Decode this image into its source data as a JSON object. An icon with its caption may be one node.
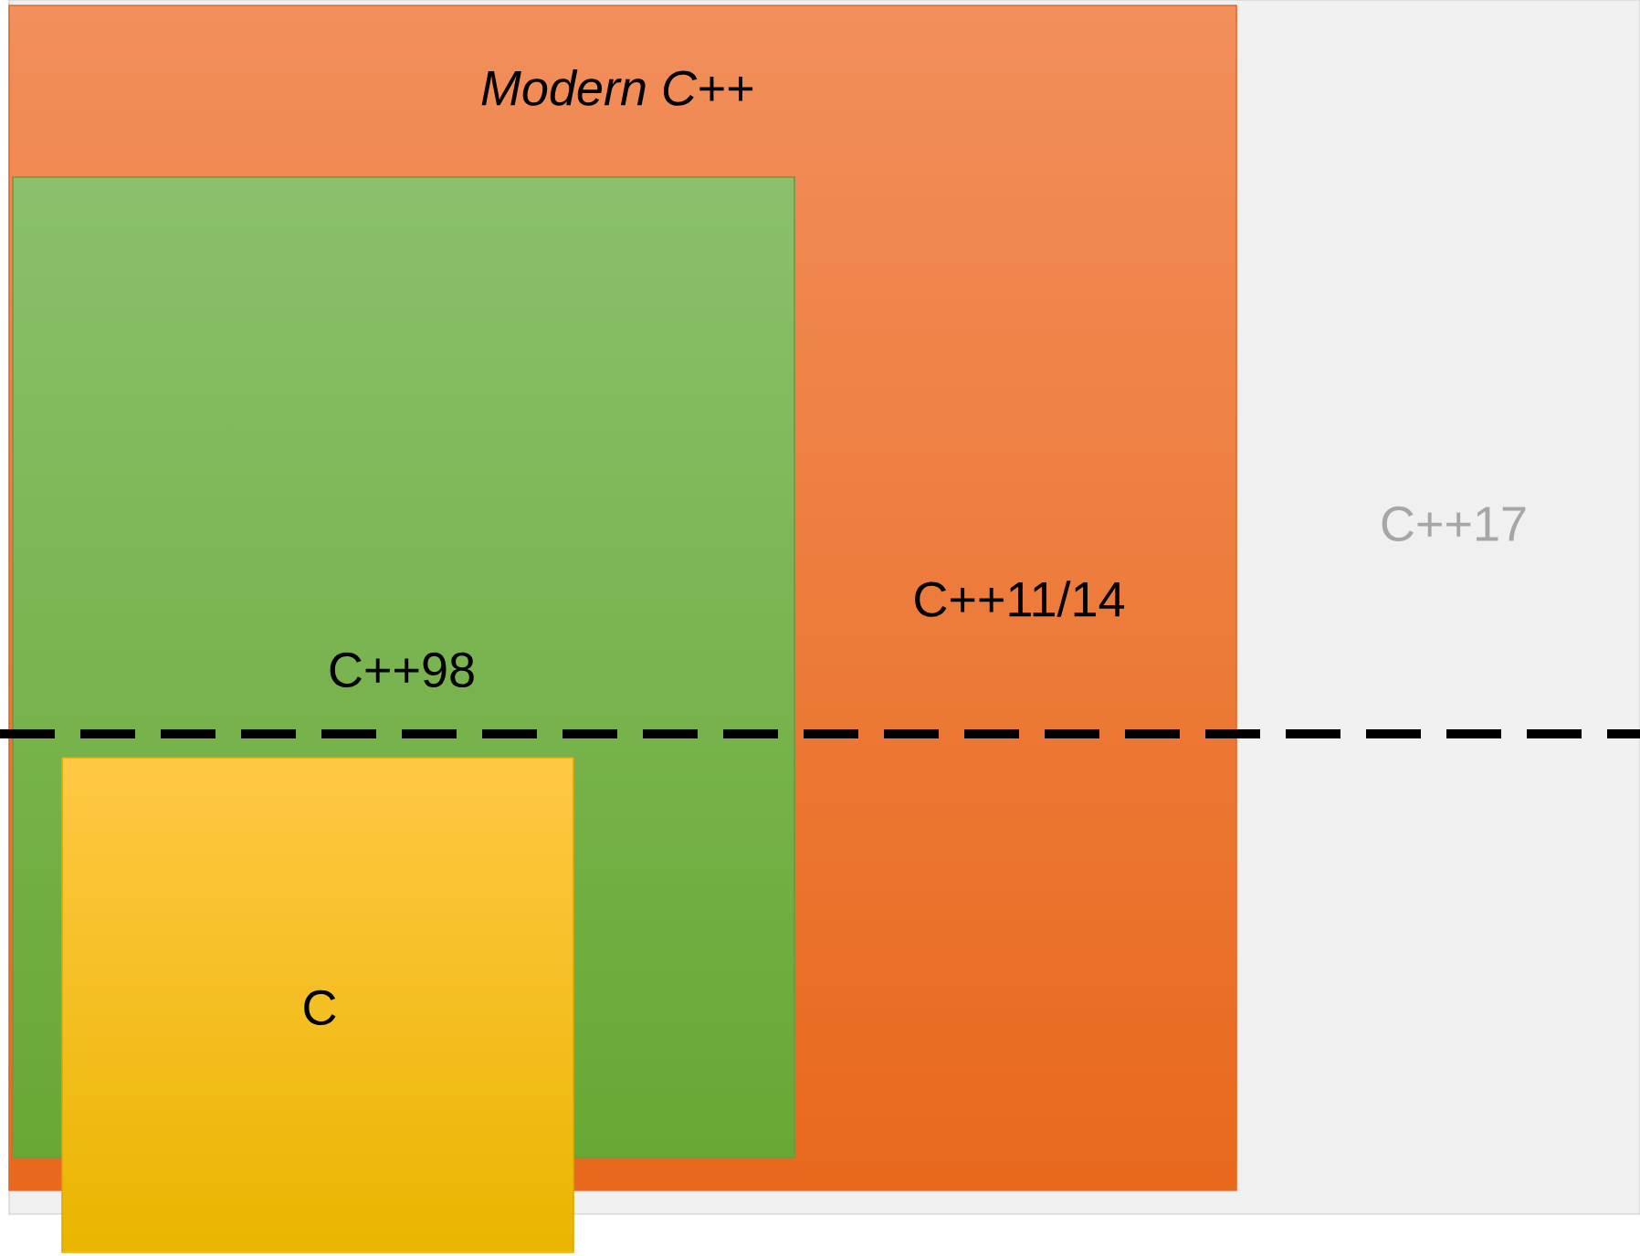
{
  "diagram": {
    "nodes": [
      {
        "text": [
          "C++17"
        ]
      },
      {
        "text": [
          "Modern C++",
          "C++11/14"
        ],
        "in": 0
      },
      {
        "text": [
          "C++98"
        ],
        "in": 1
      },
      {
        "text": [
          "C"
        ]
      }
    ]
  }
}
